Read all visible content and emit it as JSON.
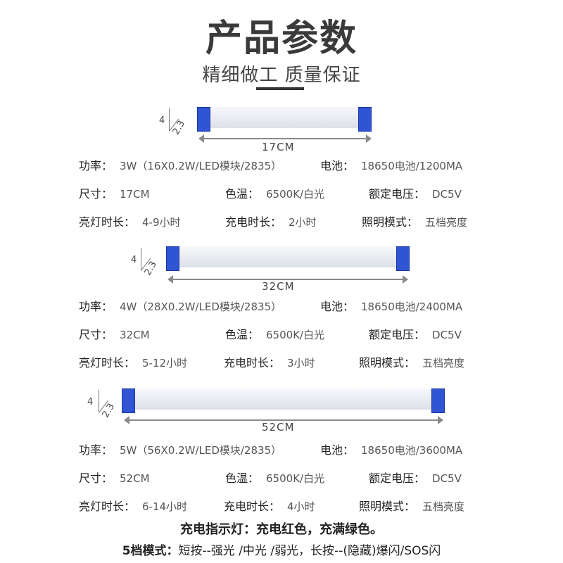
{
  "header": {
    "title": "产品参数",
    "subtitle": "精细做工 质量保证"
  },
  "products": [
    {
      "length_label": "17CM",
      "height_label": "4",
      "depth_label": "2.3",
      "power_label": "功率：",
      "power": "3W（16X0.2W/LED模块/2835）",
      "battery_label": "电池：",
      "battery": "18650电池/1200MA",
      "size_label": "尺寸：",
      "size": "17CM",
      "temp_label": "色温：",
      "temp": "6500K/白光",
      "voltage_label": "额定电压：",
      "voltage": "DC5V",
      "light_time_label": "亮灯时长：",
      "light_time": "4-9小时",
      "charge_time_label": "充电时长：",
      "charge_time": "2小时",
      "mode_label": "照明模式：",
      "mode": "五档亮度"
    },
    {
      "length_label": "32CM",
      "height_label": "4",
      "depth_label": "2.3",
      "power_label": "功率：",
      "power": "4W（28X0.2W/LED模块/2835）",
      "battery_label": "电池：",
      "battery": "18650电池/2400MA",
      "size_label": "尺寸：",
      "size": "32CM",
      "temp_label": "色温：",
      "temp": "6500K/白光",
      "voltage_label": "额定电压：",
      "voltage": "DC5V",
      "light_time_label": "亮灯时长：",
      "light_time": "5-12小时",
      "charge_time_label": "充电时长：",
      "charge_time": "3小时",
      "mode_label": "照明模式：",
      "mode": "五档亮度"
    },
    {
      "length_label": "52CM",
      "height_label": "4",
      "depth_label": "2.3",
      "power_label": "功率：",
      "power": "5W（56X0.2W/LED模块/2835）",
      "battery_label": "电池：",
      "battery": "18650电池/3600MA",
      "size_label": "尺寸：",
      "size": "52CM",
      "temp_label": "色温：",
      "temp": "6500K/白光",
      "voltage_label": "额定电压：",
      "voltage": "DC5V",
      "light_time_label": "亮灯时长：",
      "light_time": "6-14小时",
      "charge_time_label": "充电时长：",
      "charge_time": "4小时",
      "mode_label": "照明模式：",
      "mode": "五档亮度"
    }
  ],
  "footer": {
    "indicator": "充电指示灯：充电红色，充满绿色。",
    "modes_label": "5档模式：",
    "modes": "短按--强光 /中光 /弱光，长按--(隐藏)爆闪/SOS闪"
  },
  "colors": {
    "cap_blue": "#2f55d4",
    "title": "#3a3a3a"
  }
}
